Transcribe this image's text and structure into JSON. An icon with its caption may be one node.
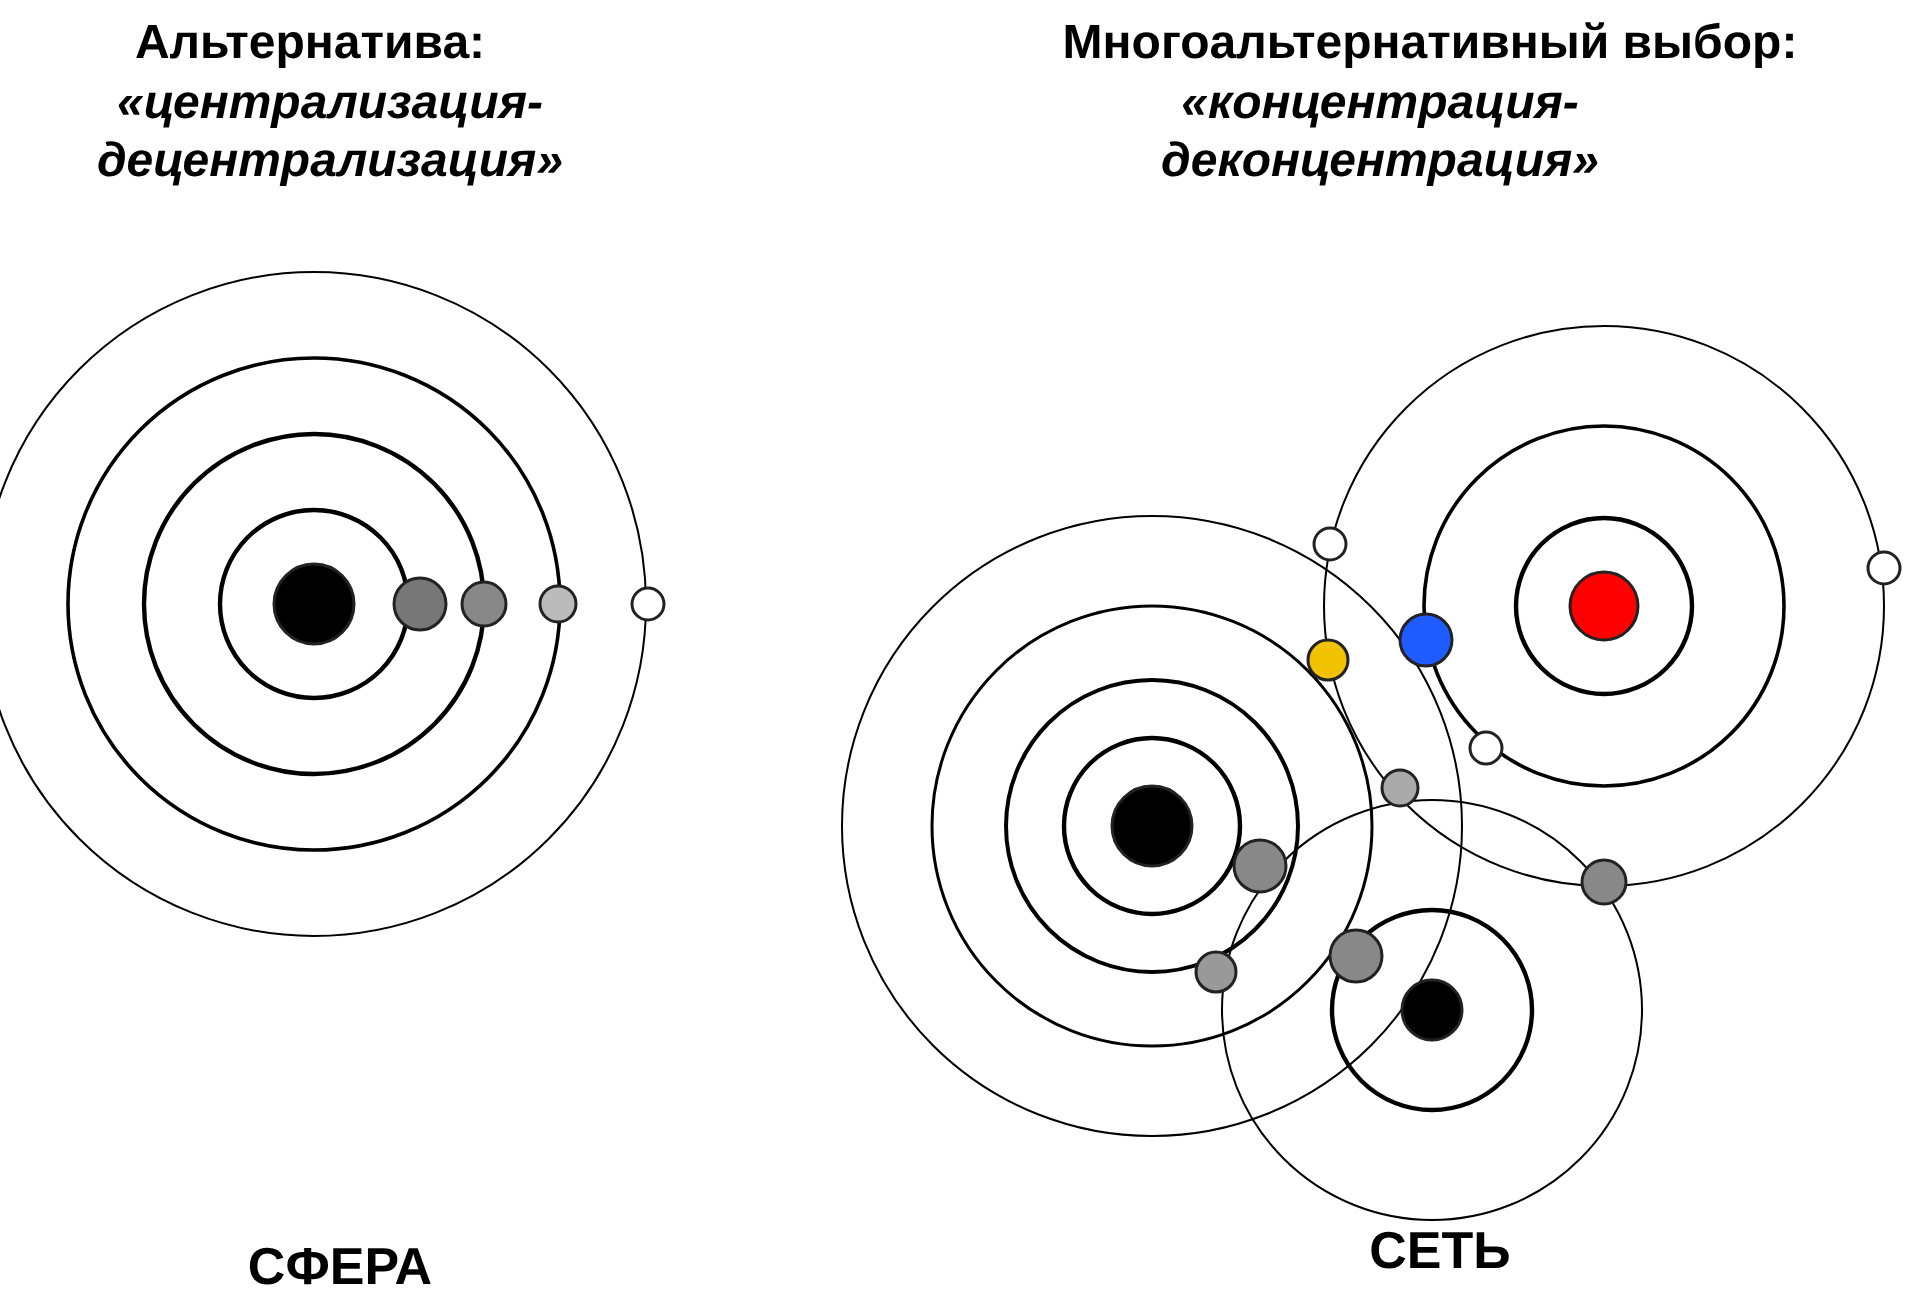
{
  "diagram": {
    "labels": [
      "Альтернатива:",
      "«централизация-децентрализация»",
      "Многоальтернативный выбор:",
      "«концентрация-деконцентрация»",
      "СФЕРА",
      "СЕТЬ"
    ]
  }
}
